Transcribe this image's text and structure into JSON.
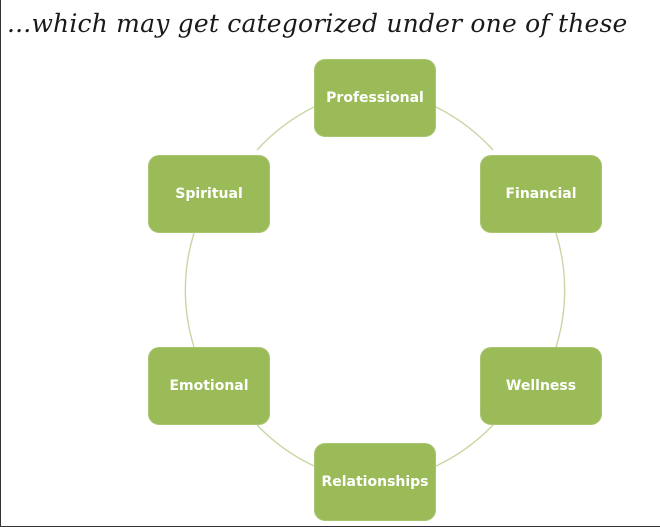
{
  "title": "...which may get categorized under one of these",
  "colors": {
    "node_fill": "#9bbb59",
    "node_text": "#ffffff",
    "connector": "#c7d7a4",
    "title_text": "#1a1a1a"
  },
  "diagram": {
    "type": "cycle",
    "nodes": [
      {
        "label": "Professional"
      },
      {
        "label": "Financial"
      },
      {
        "label": "Wellness"
      },
      {
        "label": "Relationships"
      },
      {
        "label": "Emotional"
      },
      {
        "label": "Spiritual"
      }
    ]
  }
}
